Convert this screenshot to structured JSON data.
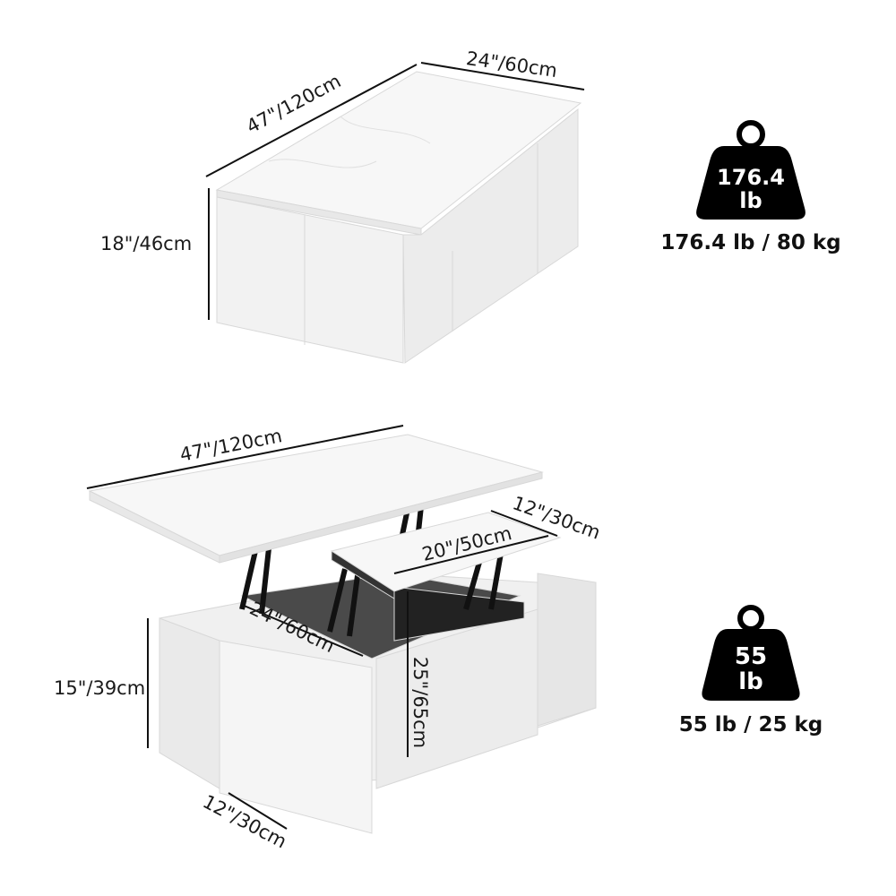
{
  "top_view": {
    "length_label": "47\"/120cm",
    "width_label": "24\"/60cm",
    "height_label": "18\"/46cm",
    "weight_icon": {
      "value": "176.4",
      "unit": "lb"
    },
    "weight_caption": "176.4 lb / 80 kg"
  },
  "bottom_view": {
    "lift_top_length_label": "47\"/120cm",
    "small_top_width_label": "12\"/30cm",
    "small_top_length_label": "20\"/50cm",
    "base_depth_label": "24\"/60cm",
    "lifted_height_label": "25\"/65cm",
    "base_height_label": "15\"/39cm",
    "stool_width_label": "12\"/30cm",
    "weight_icon": {
      "value": "55",
      "unit": "lb"
    },
    "weight_caption": "55 lb / 25 kg"
  },
  "colors": {
    "line": "#111111",
    "furniture": "#f3f3f3",
    "furniture_shade": "#e4e4e4",
    "weight_icon": "#000000"
  }
}
